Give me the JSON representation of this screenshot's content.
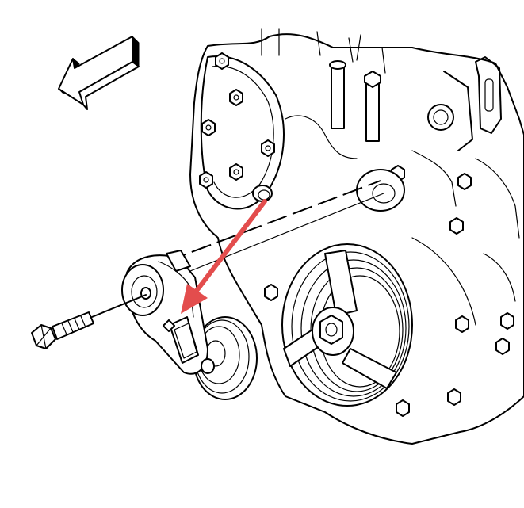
{
  "figure": {
    "subject": "engine-front-belt-tensioner-removal",
    "components": [
      {
        "id": "direction-arrow",
        "icon": "hollow-left-arrow-icon"
      },
      {
        "id": "engine-block",
        "icon": "engine-block-icon"
      },
      {
        "id": "crankshaft-balancer",
        "icon": "pulley-icon"
      },
      {
        "id": "belt-tensioner",
        "icon": "tensioner-icon"
      },
      {
        "id": "tensioner-bolt",
        "icon": "bolt-icon"
      },
      {
        "id": "highlight-arrow",
        "icon": "red-arrow-icon"
      }
    ],
    "colors": {
      "ink": "#000000",
      "background": "#ffffff",
      "highlight": "#e34d4d"
    }
  }
}
